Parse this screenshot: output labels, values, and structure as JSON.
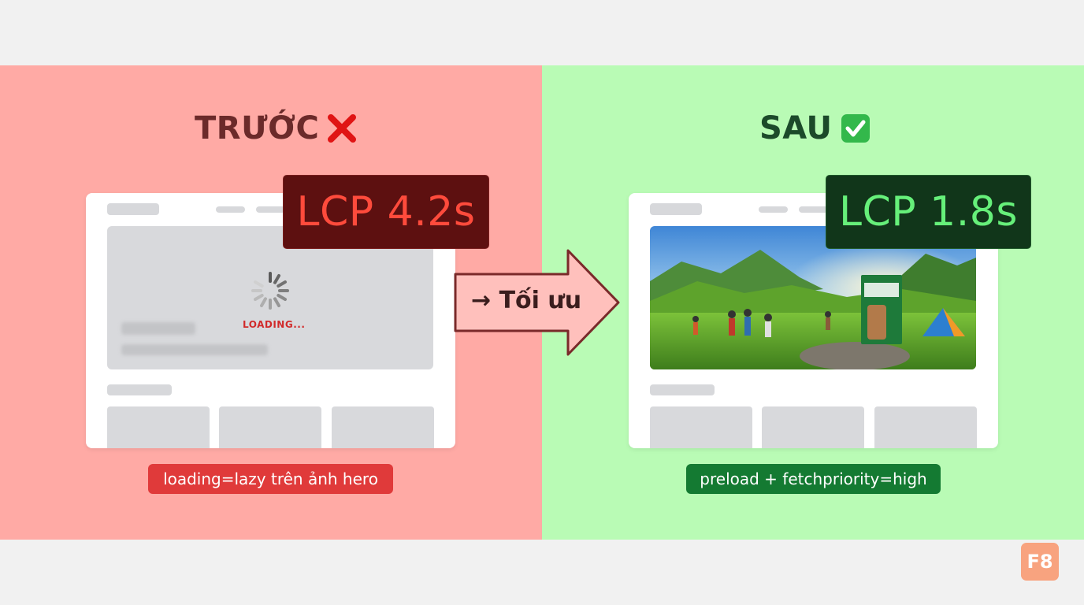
{
  "before": {
    "heading": "TRƯỚC",
    "heading_icon": "cross-mark-icon",
    "lcp_label": "LCP 4.2s",
    "loading_text": "LOADING...",
    "note": "loading=lazy trên ảnh hero",
    "colors": {
      "panel": "#ffaaa5",
      "accent": "#e03a3a"
    }
  },
  "arrow": {
    "label": "→ Tối ưu"
  },
  "after": {
    "heading": "SAU",
    "heading_icon": "check-mark-icon",
    "lcp_label": "LCP 1.8s",
    "hero_image": "landscape-hero-image",
    "note": "preload + fetchpriority=high",
    "colors": {
      "panel": "#b9fbb5",
      "accent": "#147a32"
    }
  },
  "brand": {
    "logo": "F8"
  }
}
